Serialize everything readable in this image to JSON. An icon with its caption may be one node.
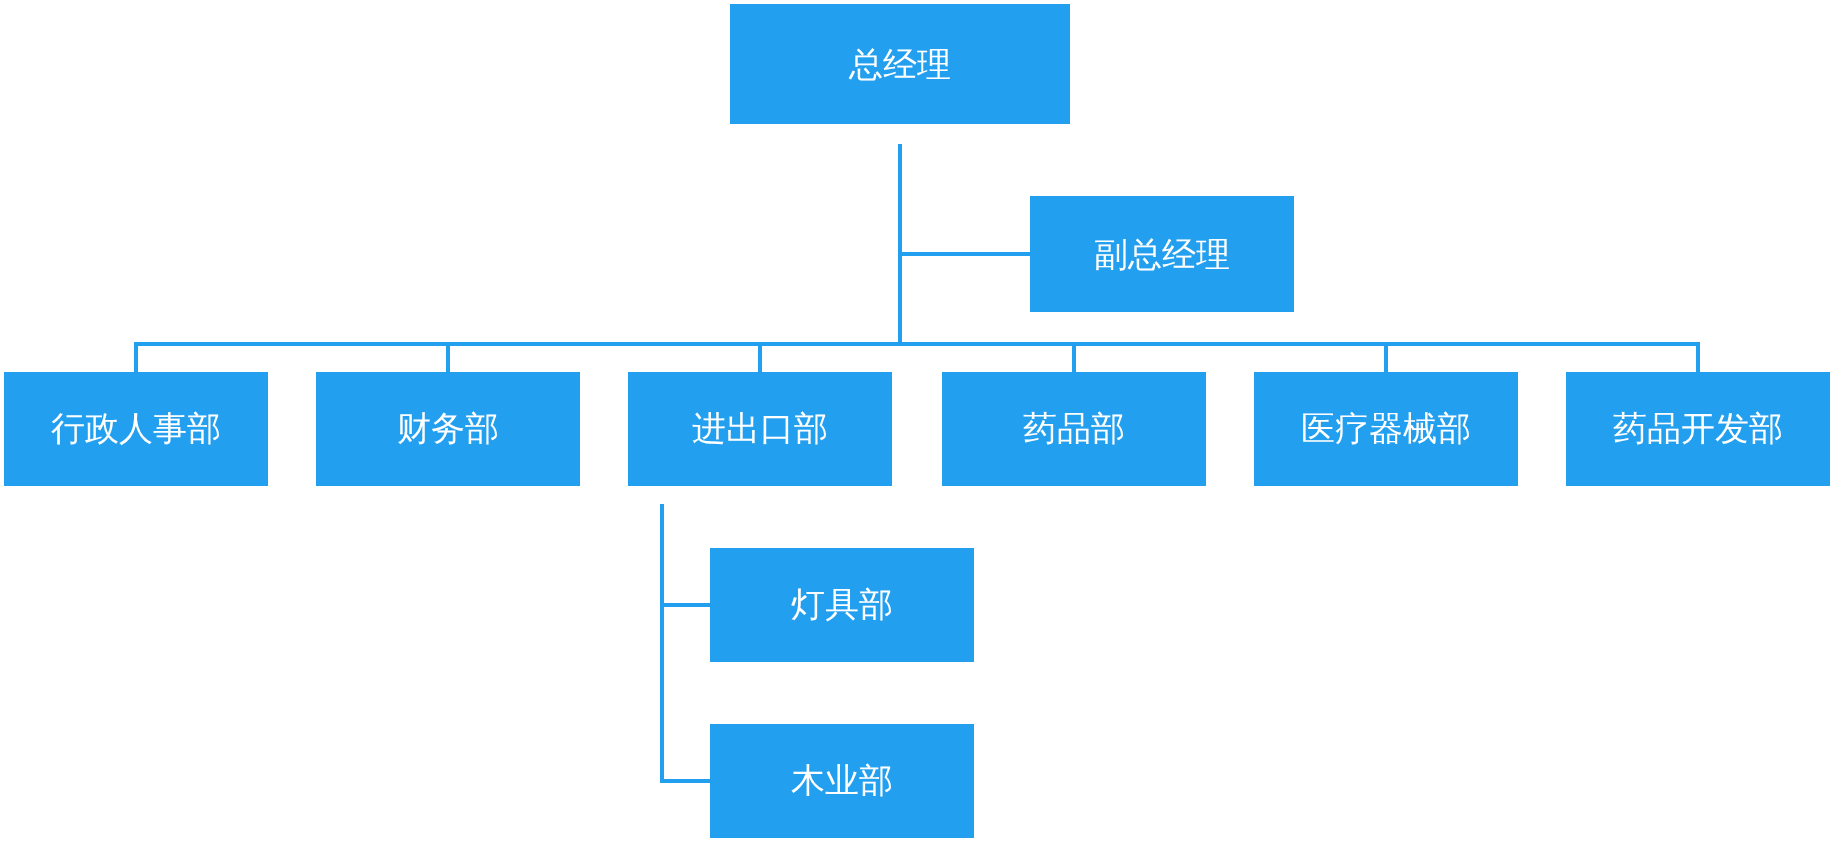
{
  "diagram": {
    "nodes": [
      {
        "text": [
          "总经理"
        ]
      },
      {
        "text": [
          "副总经理"
        ]
      },
      {
        "text": [
          "行政人事部"
        ]
      },
      {
        "text": [
          "财务部"
        ]
      },
      {
        "text": [
          "进出口部"
        ]
      },
      {
        "text": [
          "药品部"
        ]
      },
      {
        "text": [
          "医疗器械部"
        ]
      },
      {
        "text": [
          "药品开发部"
        ]
      },
      {
        "text": [
          "灯具部"
        ]
      },
      {
        "text": [
          "木业部"
        ]
      }
    ],
    "edges": [
      {
        "from": 0,
        "to": 1,
        "arrow": "none"
      },
      {
        "from": 0,
        "to": 2,
        "arrow": "none"
      },
      {
        "from": 0,
        "to": 3,
        "arrow": "none"
      },
      {
        "from": 0,
        "to": 4,
        "arrow": "none"
      },
      {
        "from": 0,
        "to": 5,
        "arrow": "none"
      },
      {
        "from": 0,
        "to": 6,
        "arrow": "none"
      },
      {
        "from": 0,
        "to": 7,
        "arrow": "none"
      },
      {
        "from": 4,
        "to": 8,
        "arrow": "none"
      },
      {
        "from": 4,
        "to": 9,
        "arrow": "none"
      }
    ]
  }
}
